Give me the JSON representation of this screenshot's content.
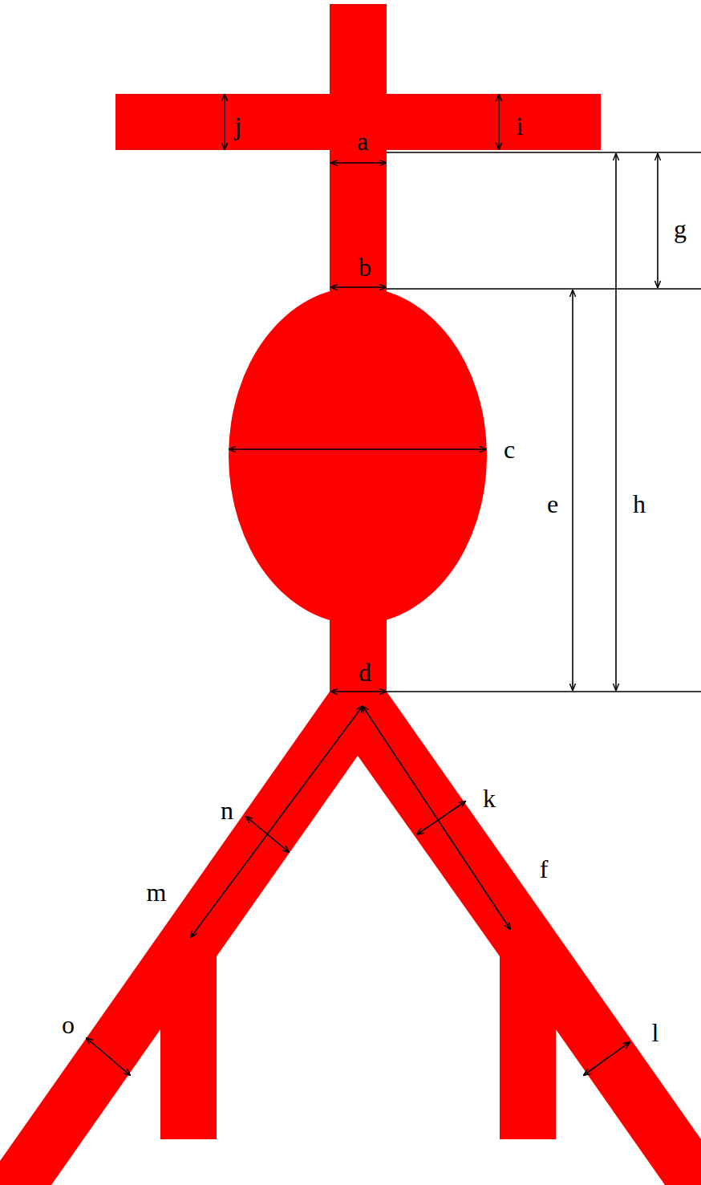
{
  "diagram": {
    "labels": [
      "j",
      "i",
      "a",
      "g",
      "b",
      "c",
      "e",
      "h",
      "d",
      "n",
      "k",
      "f",
      "m",
      "o",
      "l"
    ]
  }
}
